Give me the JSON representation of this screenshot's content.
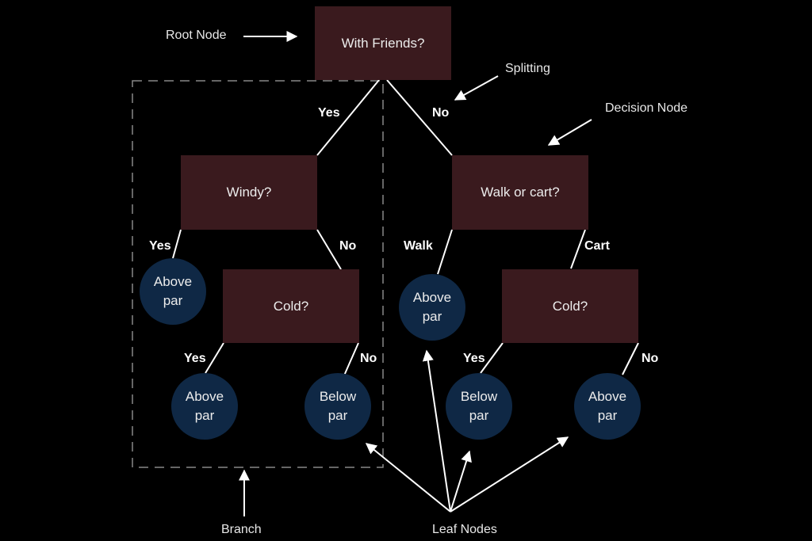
{
  "nodes": {
    "root": "With Friends?",
    "windy": "Windy?",
    "walk_cart": "Walk or cart?",
    "cold_left": "Cold?",
    "cold_right": "Cold?"
  },
  "leaves": {
    "leaf1": [
      "Above",
      "par"
    ],
    "leaf2": [
      "Above",
      "par"
    ],
    "leaf3": [
      "Below",
      "par"
    ],
    "leaf4": [
      "Above",
      "par"
    ],
    "leaf5": [
      "Below",
      "par"
    ],
    "leaf6": [
      "Above",
      "par"
    ]
  },
  "edges": {
    "root_yes": "Yes",
    "root_no": "No",
    "windy_yes": "Yes",
    "windy_no": "No",
    "cold_left_yes": "Yes",
    "cold_left_no": "No",
    "walk": "Walk",
    "cart": "Cart",
    "cold_right_yes": "Yes",
    "cold_right_no": "No"
  },
  "annotations": {
    "root_node": "Root Node",
    "splitting": "Splitting",
    "decision_node": "Decision Node",
    "branch": "Branch",
    "leaf_nodes": "Leaf Nodes"
  },
  "colors": {
    "background": "#000000",
    "decision_fill": "#3a1a1e",
    "leaf_fill": "#0f2845",
    "line": "#ffffff",
    "branch_dash": "#888888"
  }
}
